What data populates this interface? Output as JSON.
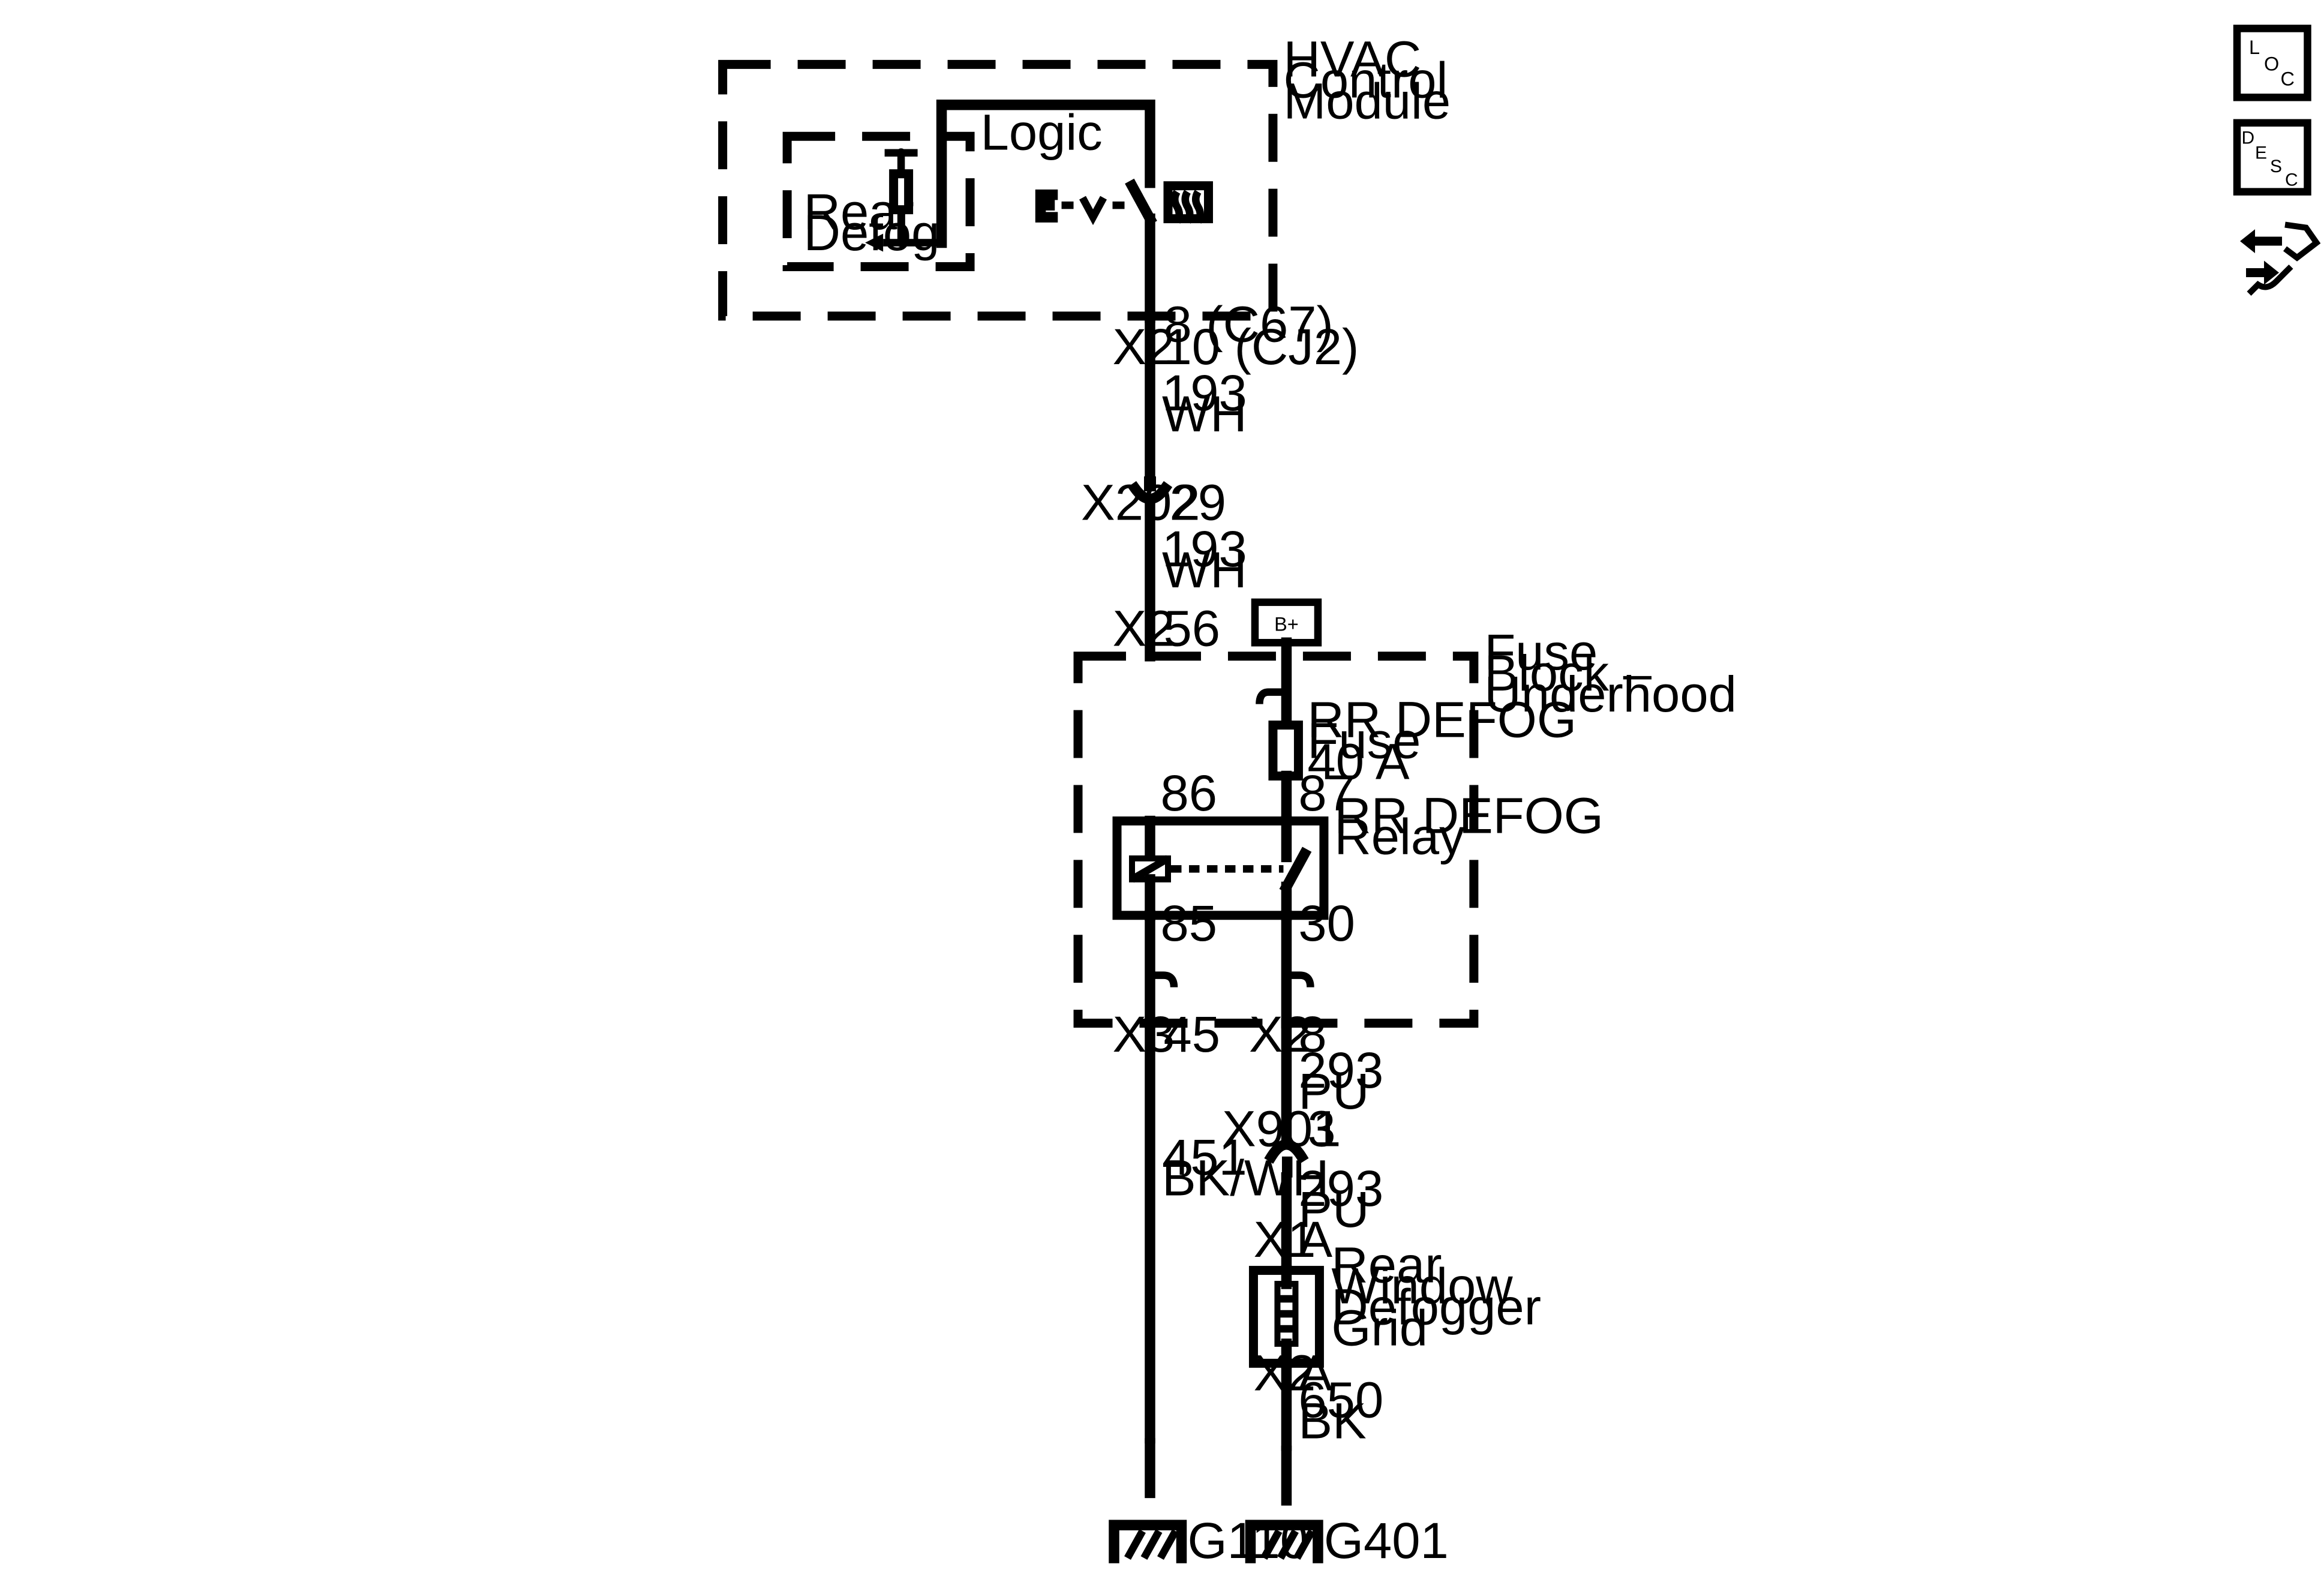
{
  "modules": {
    "hvac": {
      "lines": [
        "HVAC",
        "Control",
        "Module"
      ]
    },
    "logic": {
      "label": "Logic",
      "rear_defog": [
        "Rear",
        "Defog"
      ]
    },
    "fuse_block": {
      "lines": [
        "Fuse",
        "Block –",
        "Underhood"
      ]
    },
    "fuse": {
      "lines": [
        "RR DEFOG",
        "Fuse",
        "40 A"
      ]
    },
    "relay": {
      "lines": [
        "RR DEFOG",
        "Relay"
      ],
      "pins": {
        "p86": "86",
        "p87": "87",
        "p85": "85",
        "p30": "30"
      }
    },
    "grid": {
      "lines": [
        "Rear",
        "Window",
        "Defogger",
        "Grid"
      ]
    }
  },
  "power": {
    "bplus": "B+"
  },
  "connectors": {
    "hvac_x2": {
      "name": "X2",
      "pin_lines": [
        "8 (C67)",
        "10 (CJ2)"
      ]
    },
    "x202": {
      "name": "X202",
      "pin": "29"
    },
    "fb_x2_top": {
      "name": "X2",
      "pin": "56"
    },
    "fb_x3": {
      "name": "X3",
      "pin": "45"
    },
    "fb_x2_bottom": {
      "name": "X2",
      "pin": "8"
    },
    "x901": {
      "name": "X901",
      "pin": "3"
    },
    "grid_x1": {
      "name": "X1",
      "pin": "A"
    },
    "grid_x2": {
      "name": "X2",
      "pin": "A"
    }
  },
  "wires": {
    "w193a": [
      "193",
      "WH"
    ],
    "w193b": [
      "193",
      "WH"
    ],
    "w293a": [
      "293",
      "PU"
    ],
    "w293b": [
      "293",
      "PU"
    ],
    "w451": [
      "451",
      "BK/WH"
    ],
    "w650": [
      "650",
      "BK"
    ]
  },
  "grounds": {
    "g1": "G110",
    "g2": "G401"
  },
  "side_icons": {
    "loc": [
      "L",
      "O",
      "C"
    ],
    "desc": [
      "D",
      "E",
      "S",
      "C"
    ],
    "nav": "navigation-arrows-icon"
  },
  "colors": {
    "line": "#000000",
    "background": "#ffffff"
  }
}
